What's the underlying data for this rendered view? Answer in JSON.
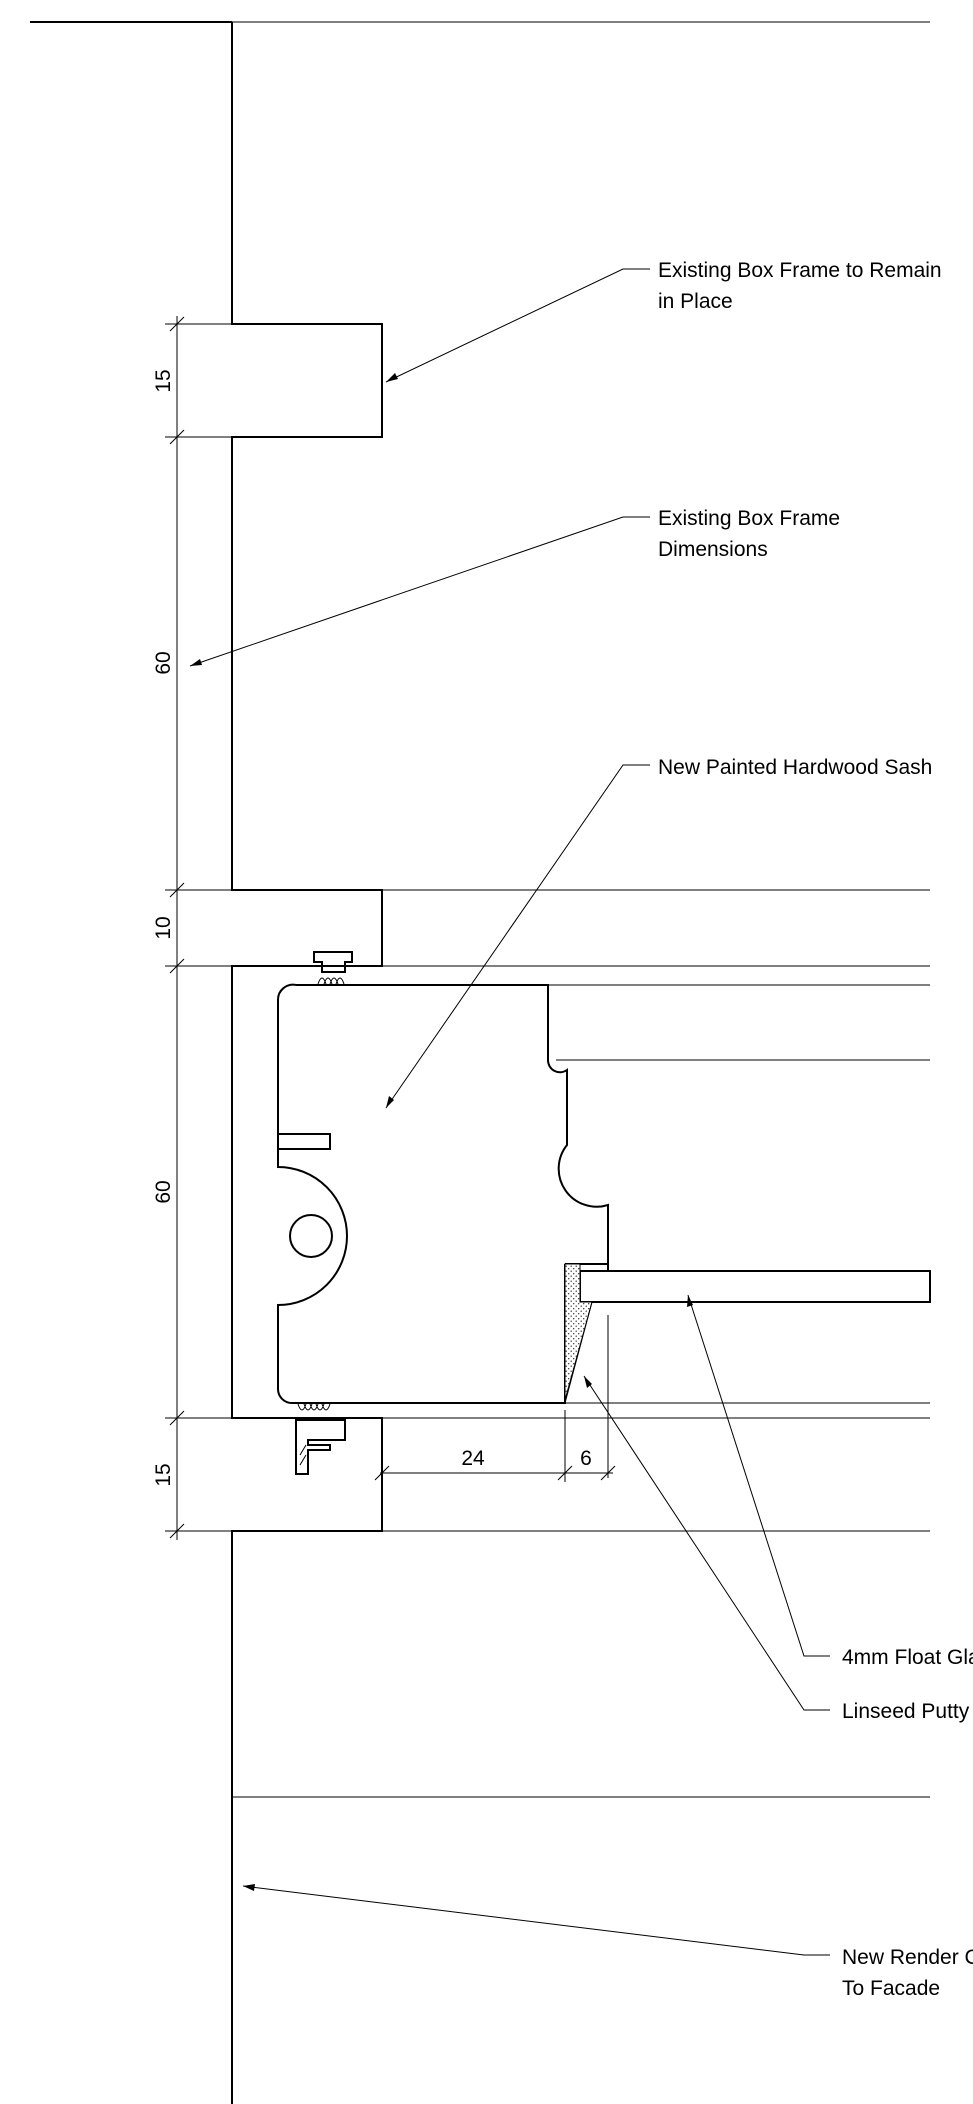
{
  "labels": {
    "box_frame_remain": [
      "Existing Box Frame to Remain",
      "in Place"
    ],
    "box_frame_dimensions": [
      "Existing Box Frame",
      "Dimensions"
    ],
    "hardwood_sash": [
      "New Painted Hardwood Sash"
    ],
    "float_glass": [
      "4mm Float Gla"
    ],
    "linseed_putty": [
      "Linseed Putty"
    ],
    "render_coat": [
      "New Render C",
      "To Facade"
    ]
  },
  "dimensions": {
    "d15_top": "15",
    "d60_upper": "60",
    "d10": "10",
    "d60_lower": "60",
    "d15_bottom": "15",
    "d24": "24",
    "d6": "6"
  }
}
